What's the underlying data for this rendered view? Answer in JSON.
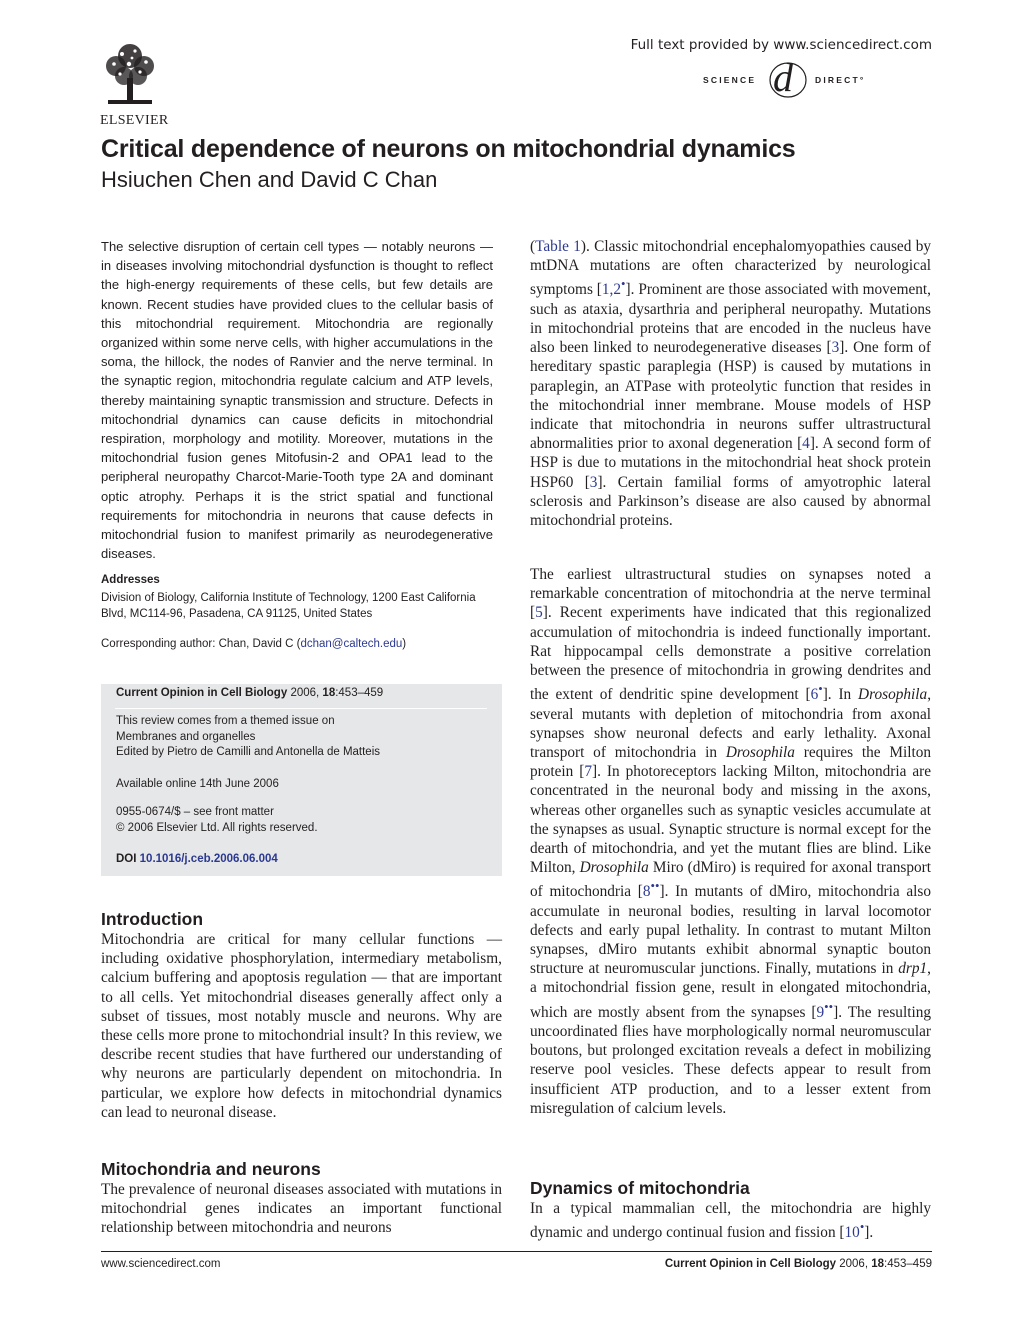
{
  "header": {
    "publisher": "ELSEVIER",
    "fulltext": "Full text provided by www.sciencedirect.com",
    "sd_left": "SCIENCE",
    "sd_mid": "d",
    "sd_right": "DIRECT°"
  },
  "article": {
    "title": "Critical dependence of neurons on mitochondrial dynamics",
    "authors": "Hsiuchen Chen and David C Chan"
  },
  "abstract": "The selective disruption of certain cell types — notably neurons — in diseases involving mitochondrial dysfunction is thought to reflect the high-energy requirements of these cells, but few details are known. Recent studies have provided clues to the cellular basis of this mitochondrial requirement. Mitochondria are regionally organized within some nerve cells, with higher accumulations in the soma, the hillock, the nodes of Ranvier and the nerve terminal. In the synaptic region, mitochondria regulate calcium and ATP levels, thereby maintaining synaptic transmission and structure. Defects in mitochondrial dynamics can cause deficits in mitochondrial respiration, morphology and motility. Moreover, mutations in the mitochondrial fusion genes Mitofusin-2 and OPA1 lead to the peripheral neuropathy Charcot-Marie-Tooth type 2A and dominant optic atrophy. Perhaps it is the strict spatial and functional requirements for mitochondria in neurons that cause defects in mitochondrial fusion to manifest primarily as neurodegenerative diseases.",
  "addresses": {
    "heading": "Addresses",
    "text": "Division of Biology, California Institute of Technology, 1200 East California Blvd, MC114-96, Pasadena, CA 91125, United States"
  },
  "corresponding": {
    "prefix": "Corresponding author: Chan, David C (",
    "email": "dchan@caltech.edu",
    "suffix": ")"
  },
  "infobox": {
    "journal": "Current Opinion in Cell Biology",
    "year": "2006,",
    "volume": "18",
    "pages": ":453–459",
    "theme_line1": "This review comes from a themed issue on",
    "theme_line2": "Membranes and organelles",
    "editors": "Edited by Pietro de Camilli and Antonella de Matteis",
    "available": "Available online 14th June 2006",
    "issn": "0955-0674/$ – see front matter",
    "copyright": "© 2006 Elsevier Ltd. All rights reserved.",
    "doi_label": "DOI",
    "doi": "10.1016/j.ceb.2006.06.004"
  },
  "intro": {
    "heading": "Introduction",
    "text": "Mitochondria are critical for many cellular functions — including oxidative phosphorylation, intermediary metabolism, calcium buffering and apoptosis regulation — that are important to all cells. Yet mitochondrial diseases generally affect only a subset of tissues, most notably muscle and neurons. Why are these cells more prone to mitochondrial insult? In this review, we describe recent studies that have furthered our understanding of why neurons are particularly dependent on mitochondria. In particular, we explore how defects in mitochondrial dynamics can lead to neuronal disease."
  },
  "mito_neurons": {
    "heading": "Mitochondria and neurons",
    "text": "The prevalence of neuronal diseases associated with mutations in mitochondrial genes indicates an important functional relationship between mitochondria and neurons"
  },
  "right_p1": {
    "a": "(",
    "table_ref": "Table 1",
    "b": "). Classic mitochondrial encephalomyopathies caused by mtDNA mutations are often characterized by neurological symptoms [",
    "r1": "1,2",
    "r1sup": "•",
    "c": "]. Prominent are those associated with movement, such as ataxia, dysarthria and peripheral neuropathy. Mutations in mitochondrial proteins that are encoded in the nucleus have also been linked to neurodegenerative diseases [",
    "r3": "3",
    "d": "]. One form of hereditary spastic paraplegia (HSP) is caused by mutations in paraplegin, an ATPase with proteolytic function that resides in the mitochondrial inner membrane. Mouse models of HSP indicate that mitochondria in neurons suffer ultrastructural abnormalities prior to axonal degeneration [",
    "r4": "4",
    "e": "]. A second form of HSP is due to mutations in the mitochondrial heat shock protein HSP60 [",
    "r3b": "3",
    "f": "]. Certain familial forms of amyotrophic lateral sclerosis and Parkinson’s disease are also caused by abnormal mitochondrial proteins."
  },
  "right_p2": {
    "a": "The earliest ultrastructural studies on synapses noted a remarkable concentration of mitochondria at the nerve terminal [",
    "r5": "5",
    "b": "]. Recent experiments have indicated that this regionalized accumulation of mitochondria is indeed functionally important. Rat hippocampal cells demonstrate a positive correlation between the presence of mitochondria in growing dendrites and the extent of dendritic spine development [",
    "r6": "6",
    "r6sup": "•",
    "c": "]. In ",
    "dros1": "Drosophila",
    "d": ", several mutants with depletion of mitochondria from axonal synapses show neuronal defects and early lethality. Axonal transport of mitochondria in ",
    "dros2": "Drosophila",
    "e": " requires the Milton protein [",
    "r7": "7",
    "f": "]. In photoreceptors lacking Milton, mitochondria are concentrated in the neuronal body and missing in the axons, whereas other organelles such as synaptic vesicles accumulate at the synapses as usual. Synaptic structure is normal except for the dearth of mitochondria, and yet the mutant flies are blind. Like Milton, ",
    "dros3": "Drosophila",
    "g": " Miro (dMiro) is required for axonal transport of mitochondria [",
    "r8": "8",
    "r8sup": "••",
    "h": "]. In mutants of dMiro, mitochondria also accumulate in neuronal bodies, resulting in larval locomotor defects and early pupal lethality. In contrast to mutant Milton synapses, dMiro mutants exhibit abnormal synaptic bouton structure at neuromuscular junctions. Finally, mutations in ",
    "drp1": "drp1",
    "i": ", a mitochondrial fission gene, result in elongated mitochondria, which are mostly absent from the synapses [",
    "r9": "9",
    "r9sup": "••",
    "j": "]. The resulting uncoordinated flies have morphologically normal neuromuscular boutons, but prolonged excitation reveals a defect in mobilizing reserve pool vesicles. These defects appear to result from insufficient ATP production, and to a lesser extent from misregulation of calcium levels."
  },
  "dynamics": {
    "heading": "Dynamics of mitochondria",
    "a": "In a typical mammalian cell, the mitochondria are highly dynamic and undergo continual fusion and fission [",
    "r10": "10",
    "r10sup": "•",
    "b": "]."
  },
  "footer": {
    "left": "www.sciencedirect.com",
    "journal": "Current Opinion in Cell Biology",
    "year": "2006,",
    "volume": "18",
    "pages": ":453–459"
  }
}
